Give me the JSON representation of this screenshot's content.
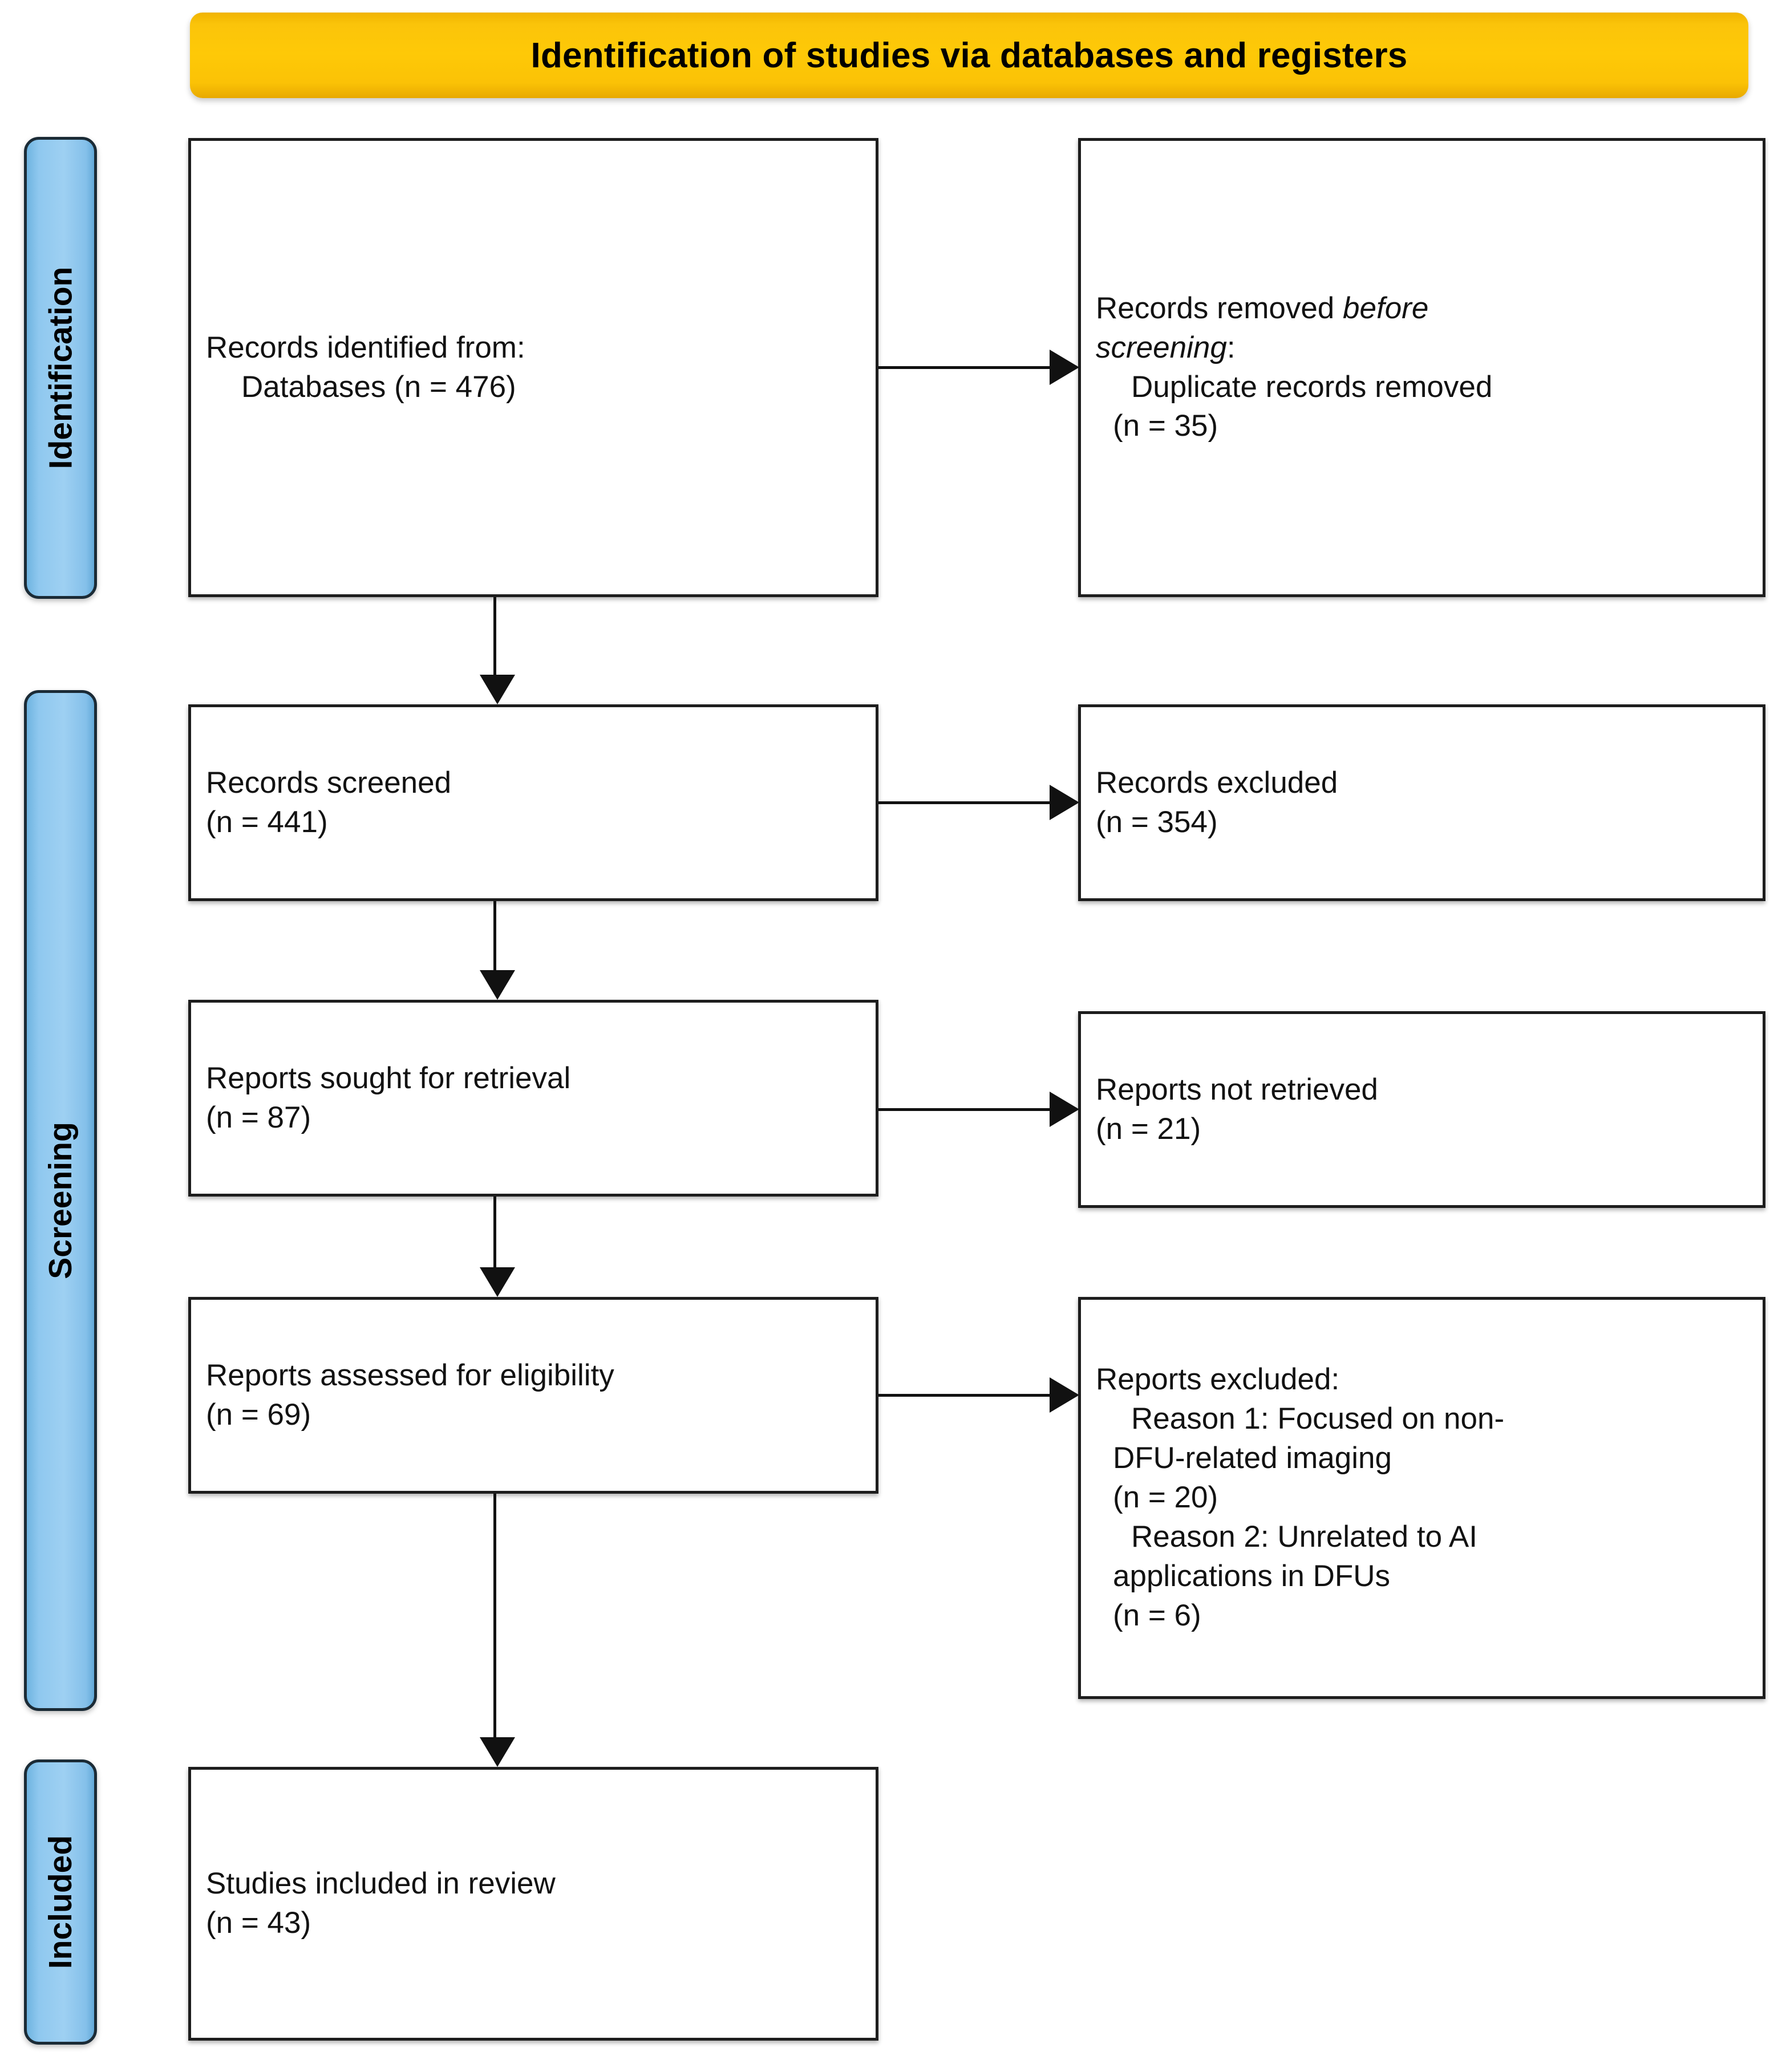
{
  "banner": {
    "title": "Identification of studies via databases and registers"
  },
  "phases": {
    "identification": "Identification",
    "screening": "Screening",
    "included": "Included"
  },
  "boxes": {
    "identified": {
      "line1": "Records identified from:",
      "line2": "Databases (n = 476)"
    },
    "removed": {
      "line1_pre": "Records removed ",
      "line1_ital": "before",
      "line2_ital": "screening",
      "line2_post": ":",
      "line3": "Duplicate records removed",
      "line4": "(n = 35)"
    },
    "screened": {
      "line1": "Records screened",
      "line2": "(n = 441)"
    },
    "excluded_records": {
      "line1": "Records excluded",
      "line2": "(n = 354)"
    },
    "sought": {
      "line1": "Reports sought for retrieval",
      "line2": "(n = 87)"
    },
    "not_retrieved": {
      "line1": "Reports not retrieved",
      "line2": "(n = 21)"
    },
    "assessed": {
      "line1": "Reports assessed for eligibility",
      "line2": "(n = 69)"
    },
    "excluded_reports": {
      "line1": "Reports excluded:",
      "line2": "Reason 1: Focused on non-",
      "line3": "DFU-related imaging",
      "line4": "(n = 20)",
      "line5": "Reason 2: Unrelated to AI",
      "line6": "applications in DFUs",
      "line7": "(n = 6)"
    },
    "included": {
      "line1": "Studies included in review",
      "line2": "(n = 43)"
    }
  },
  "colors": {
    "banner_fill": "#fec907",
    "phase_fill": "#8fc8ef",
    "box_border": "#1d1d1d",
    "connector": "#111111"
  }
}
